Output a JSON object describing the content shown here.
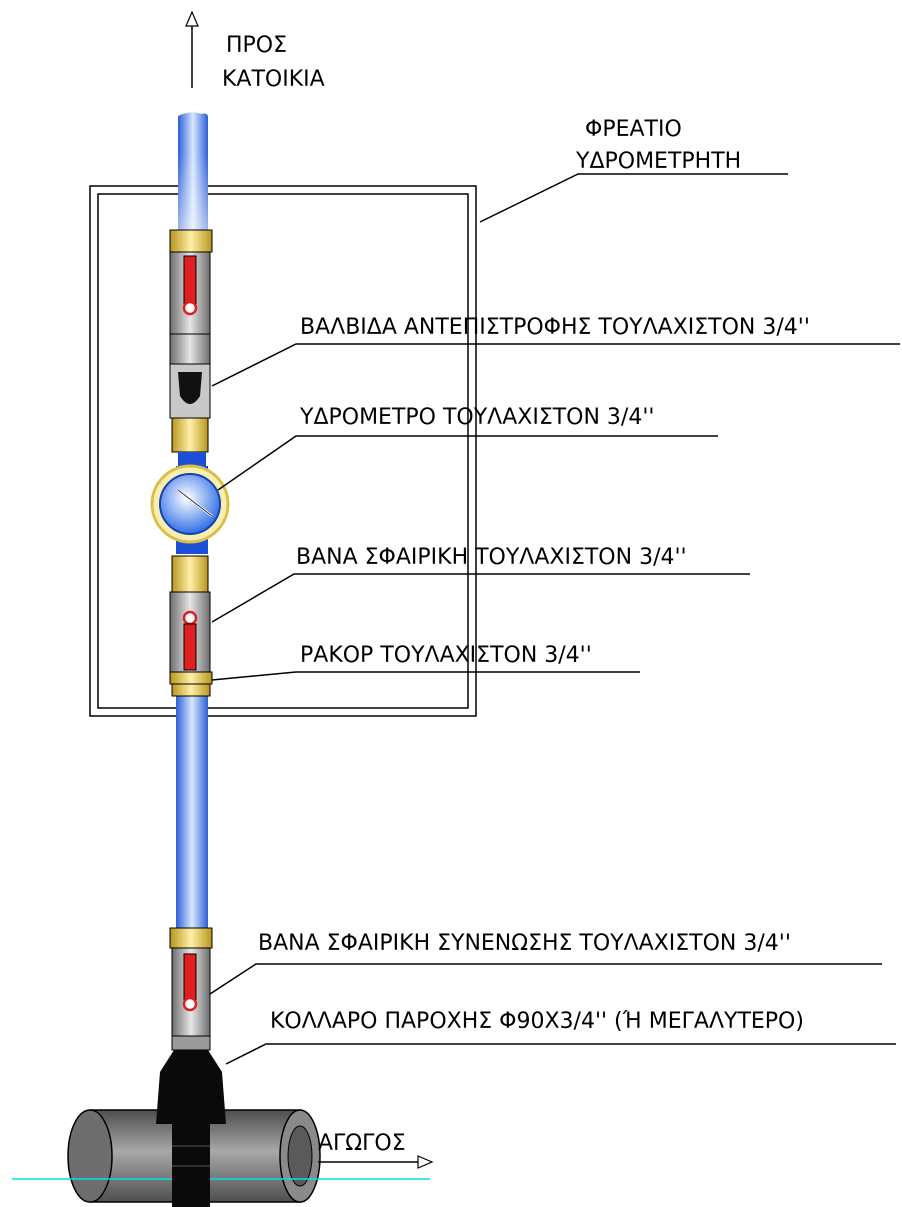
{
  "labels": {
    "to_house_line1": "ΠΡΟΣ",
    "to_house_line2": "ΚΑΤΟΙΚΙΑ",
    "chamber_line1": "ΦΡΕΑΤΙΟ",
    "chamber_line2": "ΥΔΡΟΜΕΤΡΗΤΗ",
    "check_valve": "ΒΑΛΒΙΔΑ ΑΝΤΕΠΙΣΤΡΟΦΗΣ ΤΟΥΛΑΧΙΣΤΟΝ 3/4''",
    "water_meter": "ΥΔΡΟΜΕΤΡΟ ΤΟΥΛΑΧΙΣΤΟΝ 3/4''",
    "ball_valve": "ΒΑΝΑ ΣΦΑΙΡΙΚΗ ΤΟΥΛΑΧΙΣΤΟΝ 3/4''",
    "union": "ΡΑΚΟΡ ΤΟΥΛΑΧΙΣΤΟΝ 3/4''",
    "union_ball_valve": "ΒΑΝΑ ΣΦΑΙΡΙΚΗ ΣΥΝΕΝΩΣΗΣ ΤΟΥΛΑΧΙΣΤΟΝ 3/4''",
    "saddle": "ΚΟΛΛΑΡΟ ΠΑΡΟΧΗΣ Φ90Χ3/4'' (Ή ΜΕΓΑΛΥΤΕΡΟ)",
    "main_pipe": "ΑΓΩΓΟΣ"
  },
  "colors": {
    "pipe_blue": "#3a74e8",
    "brass": "#e7c95a",
    "valve_body": "#9a9a9a",
    "handle_red": "#e02020",
    "main_pipe": "#7b7b7b",
    "water_line": "#00e0e8"
  }
}
